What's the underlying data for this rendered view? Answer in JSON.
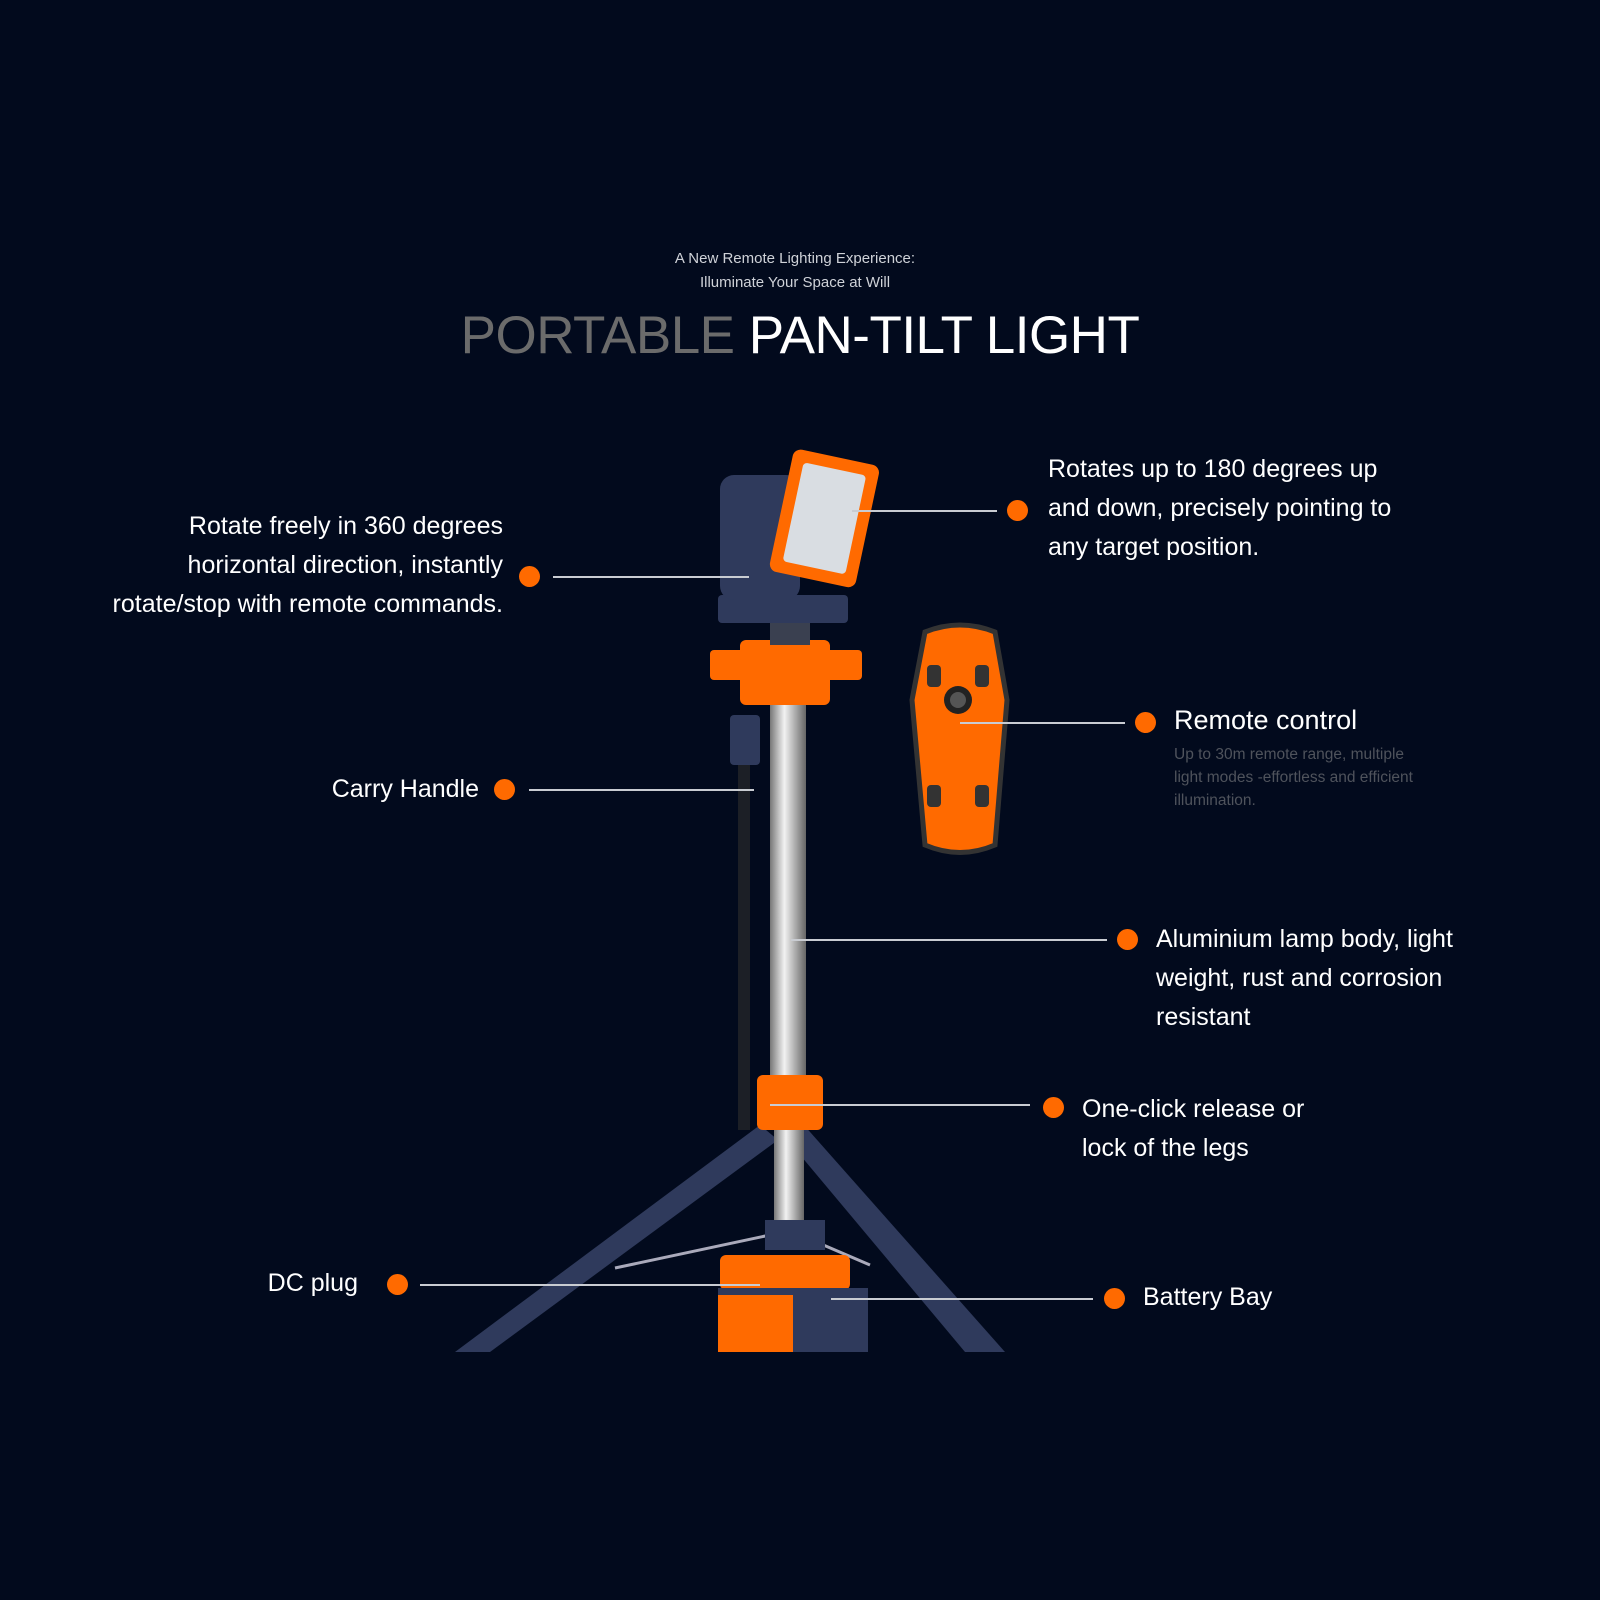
{
  "header": {
    "subtitle_line1": "A New Remote Lighting Experience:",
    "subtitle_line2": "Illuminate Your Space at Will",
    "title_gray": "PORTABLE",
    "title_white": "PAN-TILT LIGHT"
  },
  "callouts": {
    "pan": [
      "Rotate freely in 360 degrees",
      "horizontal direction, instantly",
      "rotate/stop with remote commands."
    ],
    "tilt": [
      "Rotates up to 180 degrees up",
      "and down, precisely pointing to",
      "any target position."
    ],
    "remote": {
      "title": "Remote control",
      "description": [
        "Up to 30m remote range, multiple",
        "light modes -effortless and efficient",
        "illumination."
      ]
    },
    "handle": "Carry Handle",
    "body": [
      "Aluminium lamp body, light",
      "weight, rust and corrosion",
      "resistant"
    ],
    "legs": [
      "One-click release or",
      "lock of the legs"
    ],
    "dc": "DC plug",
    "battery": "Battery Bay"
  },
  "colors": {
    "background": "#020a1d",
    "accent": "#ff6a00",
    "navy": "#2f3a5c"
  }
}
